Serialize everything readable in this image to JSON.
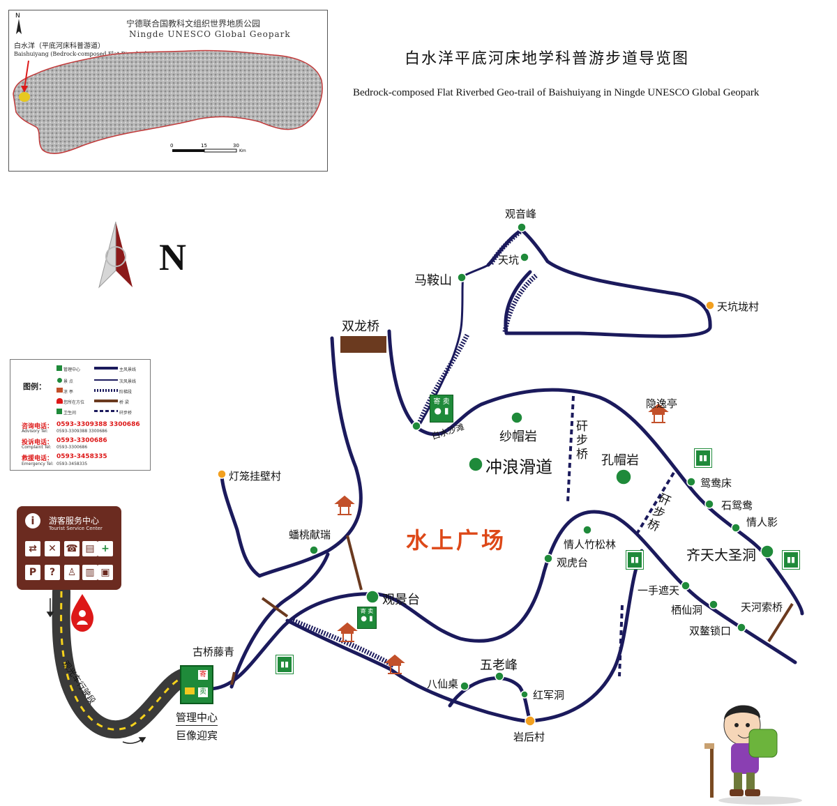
{
  "inset": {
    "title_cn": "宁德联合国教科文组织世界地质公园",
    "title_en": "Ningde UNESCO Global Geopark",
    "label_cn": "白水洋（平底河床科普游道）",
    "label_en": "Baishuiyang (Bedrock-composed Flat Riverbed Geo-trail)",
    "north": "N",
    "scale_ticks": [
      "0",
      "15",
      "30"
    ],
    "scale_unit": "Km"
  },
  "title": {
    "cn": "白水洋平底河床地学科普游步道导览图",
    "en": "Bedrock-composed Flat Riverbed Geo-trail  of  Baishuiyang in Ningde UNESCO Global Geopark"
  },
  "north_label": "N",
  "legend": {
    "title": "图例：",
    "items": {
      "mgmt": "管理中心",
      "spot": "景  点",
      "pavilion": "凉  亭",
      "location": "您所在方位",
      "restroom": "卫生间",
      "main_road": "主风景线",
      "secondary_road": "次风景线",
      "stairs": "阶梯段",
      "bridge": "桥  梁",
      "stepping": "矸步桥"
    },
    "contacts": [
      {
        "label": "咨询电话：",
        "value": "0593-3309388  3300686",
        "en": "Advisory Tel:",
        "en_value": "0593-3309388  3300686"
      },
      {
        "label": "投诉电话：",
        "value": "0593-3300686",
        "en": "Complaint Tel:",
        "en_value": "0593-3300686"
      },
      {
        "label": "救援电话：",
        "value": "0593-3458335",
        "en": "Emergency Tel:",
        "en_value": "0593-3458335"
      }
    ]
  },
  "tourist_center": {
    "title": "游客服务中心",
    "subtitle": "Tourist Service Center"
  },
  "places": {
    "guanyinfeng": "观音峰",
    "tiankeng": "天坑",
    "maanshan": "马鞍山",
    "tiankenglongcun": "天坑垅村",
    "shuanglongqiao": "双龙桥",
    "baishuishatan": "白水沙滩",
    "shamaoyan": "纱帽岩",
    "chonglanghuadao": "冲浪滑道",
    "kongmaoyan": "孔帽岩",
    "yinyiting": "隐逸亭",
    "ganbuqiao1": "矸步桥",
    "ganbuqiao2": "矸步桥",
    "denglongguabicun": "灯笼挂壁村",
    "pantaoxianrui": "蟠桃献瑞",
    "shuishangguangchang": "水上广场",
    "yuanyangchuang": "鸳鸯床",
    "shiyuanyang": "石鸳鸯",
    "qingrenying": "情人影",
    "qingrenzhusonglin": "情人竹松林",
    "guanhutai": "观虎台",
    "qitiandashengdong": "齐天大圣洞",
    "guanjingtai": "观景台",
    "yishouzhetian": "一手遮天",
    "qixiandong": "栖仙洞",
    "tianhesuoqiao": "天河索桥",
    "shuangaosuokou": "双鳌锁口",
    "guqiaotengqing": "古桥藤青",
    "wulaofeng": "五老峰",
    "baxianzhuo": "八仙桌",
    "hongjundong": "红军洞",
    "yanhoucun": "岩后村",
    "guanlizhongxin": "管理中心",
    "juxiangyingbin": "巨像迎宾",
    "guanguangche": "观光车行驶段"
  },
  "badges": {
    "shop": "寄 卖",
    "mgmt_top": "寄",
    "mgmt_bottom": "卖"
  },
  "colors": {
    "main_road": "#1b1a5c",
    "spot": "#1f8a3a",
    "village": "#f2a020",
    "bridge": "#6b3a1f",
    "plaza_text": "#dd4818",
    "road_asphalt": "#3a3a3a",
    "road_center_line": "#f6d21c",
    "location_marker": "#dd1818"
  }
}
